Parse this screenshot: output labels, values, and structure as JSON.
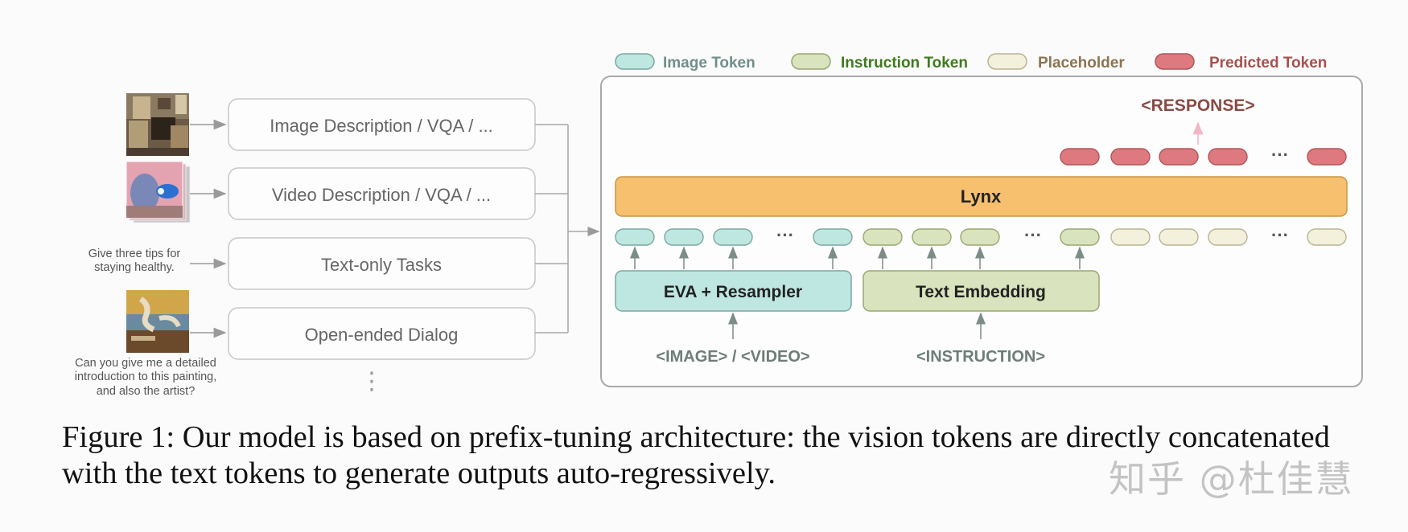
{
  "legend": {
    "image_token": "Image Token",
    "instruction_token": "Instruction Token",
    "placeholder": "Placeholder",
    "predicted_token": "Predicted Token"
  },
  "inputs": {
    "text_prompt": [
      "Give three tips for",
      "staying healthy."
    ],
    "dialog_prompt": [
      "Can you give me a detailed",
      "introduction to this painting,",
      "and also the artist?"
    ]
  },
  "tasks": [
    "Image Description / VQA / ...",
    "Video Description / VQA / ...",
    "Text-only Tasks",
    "Open-ended Dialog"
  ],
  "tasks_more": "⋮",
  "model": {
    "response": "<RESPONSE>",
    "lynx": "Lynx",
    "ellipsis": "···",
    "eva": "EVA + Resampler",
    "text_embedding": "Text Embedding",
    "image_video_input": "<IMAGE> / <VIDEO>",
    "instruction_input": "<INSTRUCTION>"
  },
  "colors": {
    "image_token": "#bfe7e1",
    "instruction_token": "#d9e3bd",
    "placeholder": "#f3f1dc",
    "predicted_token": "#de7a7f",
    "lynx": "#f6c06f",
    "legend_image_text": "#6f8f8b",
    "legend_instruction_text": "#3f7a1e",
    "legend_placeholder_text": "#8c7452",
    "legend_predicted_text": "#a6514f",
    "response_text": "#8a4a46",
    "input_text": "#6d7d78"
  },
  "caption": "Figure 1: Our model is based on prefix-tuning architecture: the vision tokens are directly concatenated with the text tokens to generate outputs auto-regressively.",
  "watermark": "知乎 @杜佳慧"
}
